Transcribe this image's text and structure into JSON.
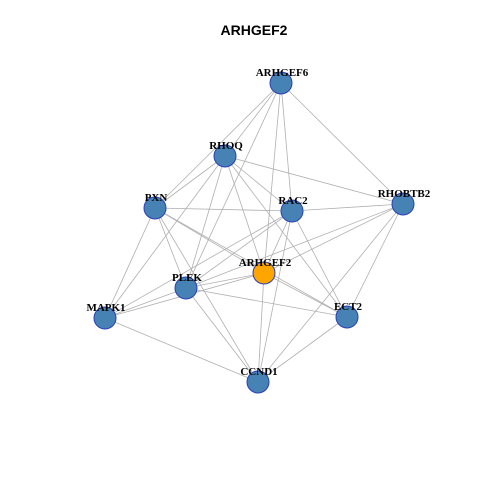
{
  "title": "ARHGEF2",
  "colors": {
    "node_default": "#4682b4",
    "node_focus": "#ffa500",
    "node_border": "#2b3fb8",
    "edge": "#b0b0b0"
  },
  "nodes": [
    {
      "id": "ARHGEF6",
      "label": "ARHGEF6",
      "focus": false
    },
    {
      "id": "RHOQ",
      "label": "RHOQ",
      "focus": false
    },
    {
      "id": "PXN",
      "label": "PXN",
      "focus": false
    },
    {
      "id": "RAC2",
      "label": "RAC2",
      "focus": false
    },
    {
      "id": "RHOBTB2",
      "label": "RHOBTB2",
      "focus": false
    },
    {
      "id": "ARHGEF2",
      "label": "ARHGEF2",
      "focus": true
    },
    {
      "id": "PLEK",
      "label": "PLEK",
      "focus": false
    },
    {
      "id": "MAPK1",
      "label": "MAPK1",
      "focus": false
    },
    {
      "id": "ECT2",
      "label": "ECT2",
      "focus": false
    },
    {
      "id": "CCND1",
      "label": "CCND1",
      "focus": false
    }
  ],
  "edges": [
    [
      "ARHGEF6",
      "RHOQ"
    ],
    [
      "ARHGEF6",
      "RAC2"
    ],
    [
      "ARHGEF6",
      "RHOBTB2"
    ],
    [
      "ARHGEF6",
      "ARHGEF2"
    ],
    [
      "ARHGEF6",
      "PLEK"
    ],
    [
      "ARHGEF6",
      "PXN"
    ],
    [
      "RHOQ",
      "PXN"
    ],
    [
      "RHOQ",
      "RAC2"
    ],
    [
      "RHOQ",
      "RHOBTB2"
    ],
    [
      "RHOQ",
      "ARHGEF2"
    ],
    [
      "RHOQ",
      "PLEK"
    ],
    [
      "RHOQ",
      "MAPK1"
    ],
    [
      "RHOQ",
      "ECT2"
    ],
    [
      "PXN",
      "RAC2"
    ],
    [
      "PXN",
      "ARHGEF2"
    ],
    [
      "PXN",
      "PLEK"
    ],
    [
      "PXN",
      "MAPK1"
    ],
    [
      "PXN",
      "CCND1"
    ],
    [
      "PXN",
      "ECT2"
    ],
    [
      "RAC2",
      "RHOBTB2"
    ],
    [
      "RAC2",
      "ARHGEF2"
    ],
    [
      "RAC2",
      "PLEK"
    ],
    [
      "RAC2",
      "MAPK1"
    ],
    [
      "RAC2",
      "ECT2"
    ],
    [
      "RAC2",
      "CCND1"
    ],
    [
      "RHOBTB2",
      "ARHGEF2"
    ],
    [
      "RHOBTB2",
      "ECT2"
    ],
    [
      "RHOBTB2",
      "CCND1"
    ],
    [
      "RHOBTB2",
      "PLEK"
    ],
    [
      "ARHGEF2",
      "PLEK"
    ],
    [
      "ARHGEF2",
      "MAPK1"
    ],
    [
      "ARHGEF2",
      "ECT2"
    ],
    [
      "ARHGEF2",
      "CCND1"
    ],
    [
      "PLEK",
      "MAPK1"
    ],
    [
      "PLEK",
      "CCND1"
    ],
    [
      "PLEK",
      "ECT2"
    ],
    [
      "MAPK1",
      "CCND1"
    ],
    [
      "ECT2",
      "CCND1"
    ]
  ]
}
